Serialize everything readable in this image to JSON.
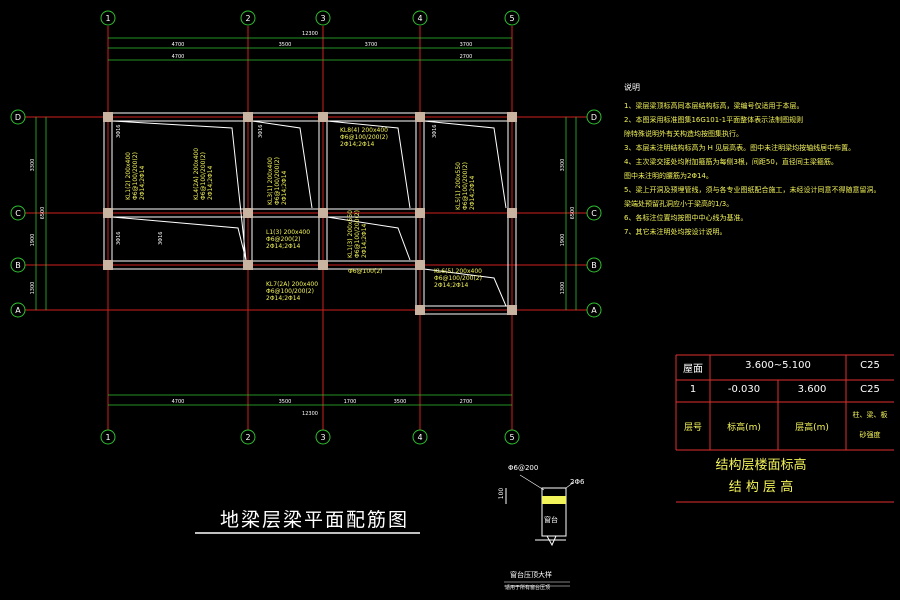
{
  "colors": {
    "background": "#000000",
    "axis_line": "#d02020",
    "dimension": "#2fbf2f",
    "beam": "#ffffff",
    "column": "#c8b4a0",
    "label": "#f3f35a",
    "text": "#ffffff",
    "table_line": "#e03030"
  },
  "axes_vertical": [
    "1",
    "2",
    "3",
    "4",
    "5"
  ],
  "axes_horizontal": [
    "D",
    "C",
    "B",
    "A"
  ],
  "dimensions": {
    "top_total": "12300",
    "top_segments": [
      "4700",
      "3500",
      "3700",
      "3700",
      "2700"
    ],
    "bottom_total": "12300",
    "bottom_segments": [
      "4700",
      "3500",
      "1700",
      "3500",
      "2700"
    ],
    "left_segments": [
      "3300",
      "1900",
      "1300"
    ],
    "left_total": "6500"
  },
  "beam_labels": [
    {
      "lines": [
        "KL1(2) 200x400",
        "Φ6@100/200(2)",
        "2Φ14;2Φ14"
      ]
    },
    {
      "lines": [
        "KL4(2A) 200x400",
        "Φ6@100/200(2)",
        "2Φ14;2Φ14"
      ]
    },
    {
      "lines": [
        "KL3(1) 200x400",
        "Φ6@100/200(2)",
        "2Φ14;2Φ14"
      ]
    },
    {
      "lines": [
        "KL8(4) 200x400",
        "Φ6@100/200(2)",
        "2Φ14;2Φ14"
      ]
    },
    {
      "lines": [
        "KL5(1) 200x550",
        "Φ6@100/200(2)",
        "2Φ14;2Φ14"
      ]
    },
    {
      "lines": [
        "L1(3) 200x400",
        "Φ6@200(2)",
        "2Φ14;2Φ14"
      ]
    },
    {
      "lines": [
        "KL1(3) 200x550",
        "Φ6@100/200(2)",
        "2Φ14;2Φ14"
      ]
    },
    {
      "lines": [
        "Φ6@100(2)"
      ]
    },
    {
      "lines": [
        "KL6(5) 200x400",
        "Φ6@100/200(2)",
        "2Φ14;2Φ14"
      ]
    },
    {
      "lines": [
        "KL7(2A) 200x400",
        "Φ6@100/200(2)",
        "2Φ14;2Φ14"
      ]
    }
  ],
  "notes": {
    "heading": "说明",
    "items": [
      "1、梁层梁顶标高同本层结构标高，梁编号仅适用于本层。",
      "2、本图采用标准图集16G101-1平面整体表示法制图规则",
      "    除特殊说明外有关构造均按图集执行。",
      "3、本层未注明结构标高为 H 见层高表。图中未注明梁均按轴线居中布置。",
      "4、主次梁交接处均附加箍筋为每侧3根，间距50，直径同主梁箍筋。",
      "    图中未注明的腰筋为2Φ14。",
      "5、梁上开洞及预埋管线，须与各专业图纸配合施工，未经设计同意不得随意留洞。",
      "    梁端处预留孔洞应小于梁高的1/3。",
      "6、各标注位置均按图中中心线为基准。",
      "7、其它未注明处均按设计说明。"
    ]
  },
  "level_table": {
    "rows": [
      {
        "floor": "屋面",
        "elev": "3.600~5.100",
        "height": "",
        "conc": "C25"
      },
      {
        "floor": "1",
        "elev": "-0.030",
        "height": "3.600",
        "conc": "C25"
      }
    ],
    "header": {
      "floor": "层号",
      "elev": "标高(m)",
      "height": "层高(m)",
      "conc1": "柱、梁、板",
      "conc2": "砂强度"
    },
    "caption1": "结构层楼面标高",
    "caption2": "结 构 层 高"
  },
  "drawing_title": "地梁层梁平面配筋图",
  "detail": {
    "rebar_top": "Φ6@200",
    "rebar_side": "2Φ6",
    "dim": "100",
    "wall_label": "窗台",
    "title": "窗台压顶大样",
    "subtitle": "适用于所有窗台压顶"
  },
  "side_labels": [
    "3Φ16",
    "3Φ16",
    "3Φ16",
    "3Φ16",
    "3Φ16"
  ]
}
